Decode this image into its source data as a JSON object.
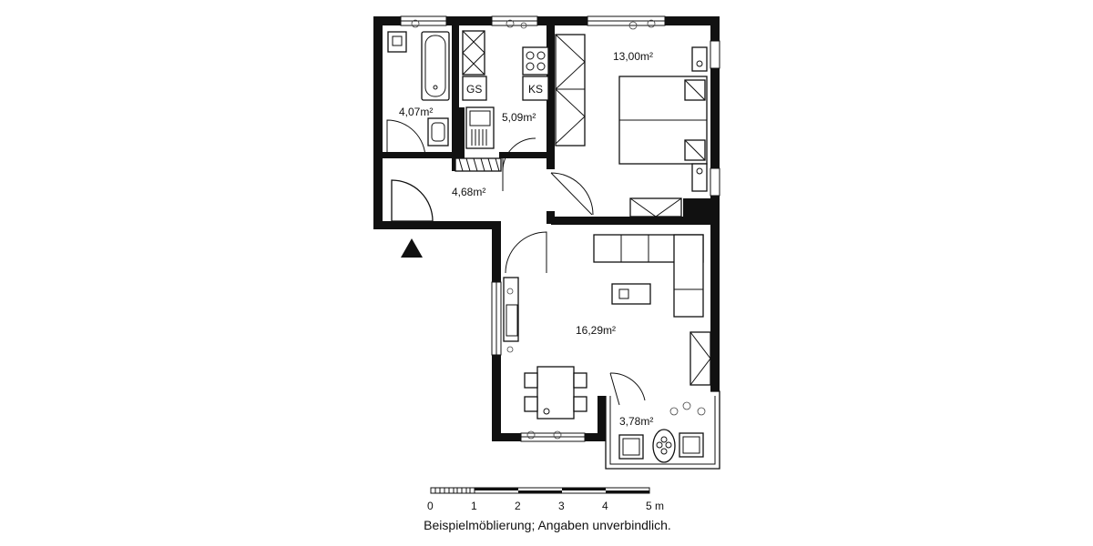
{
  "rooms": {
    "bath": "4,07m²",
    "kitchen": "5,09m²",
    "bedroom": "13,00m²",
    "hall": "4,68m²",
    "living": "16,29m²",
    "balcony": "3,78m²"
  },
  "appliances": {
    "gs": "GS",
    "ks": "KS"
  },
  "scale": {
    "ticks": [
      "0",
      "1",
      "2",
      "3",
      "4",
      "5 m"
    ]
  },
  "footer": {
    "note": "Beispielmöblierung; Angaben unverbindlich."
  }
}
